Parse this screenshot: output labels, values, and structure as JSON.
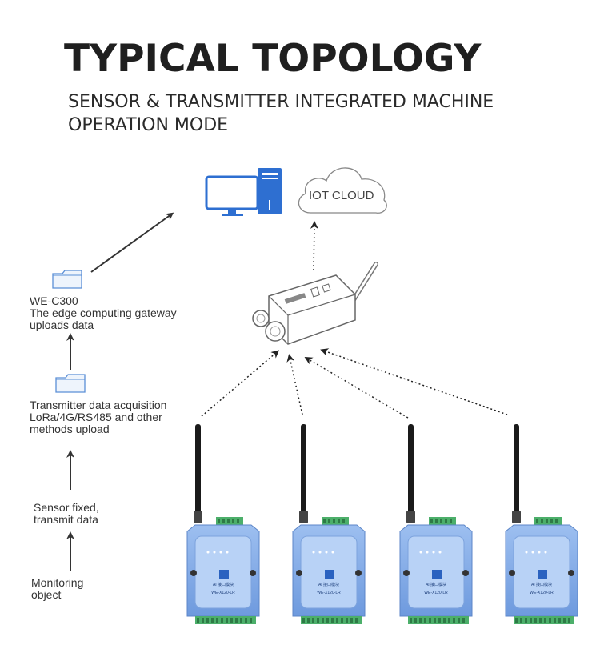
{
  "title": "TYPICAL TOPOLOGY",
  "subtitle_lines": [
    "SENSOR & TRANSMITTER INTEGRATED MACHINE",
    "OPERATION MODE"
  ],
  "cloud_label": "IOT CLOUD",
  "steps": [
    {
      "lines": [
        "WE-C300",
        "The edge computing gateway",
        "uploads data"
      ]
    },
    {
      "lines": [
        "Transmitter data acquisition",
        "LoRa/4G/RS485 and other",
        "methods upload"
      ]
    },
    {
      "lines": [
        "Sensor fixed,",
        "transmit data"
      ]
    },
    {
      "lines": [
        "Monitoring",
        "object"
      ]
    }
  ],
  "device_model": "WE-X120-LR",
  "device_caption": "AI 接口模块",
  "colors": {
    "device_blue": "#7fa9e6",
    "terminal_green": "#4caf6a",
    "line": "#333333",
    "icon_blue": "#5b8fd6"
  }
}
